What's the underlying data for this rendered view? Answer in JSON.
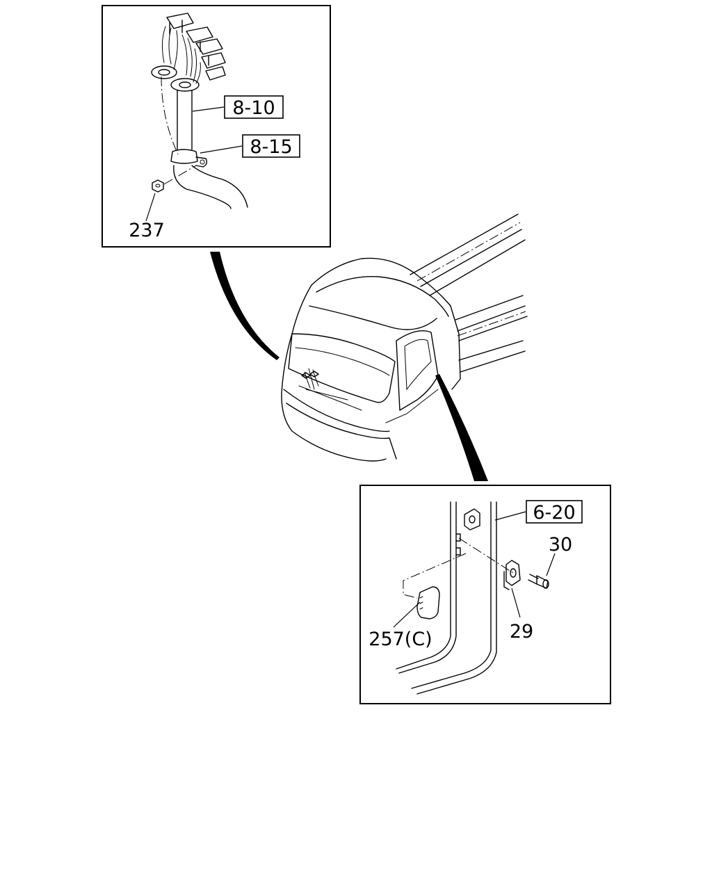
{
  "callouts": {
    "c_8_10": "8-10",
    "c_8_15": "8-15",
    "c_237": "237",
    "c_6_20": "6-20",
    "c_30": "30",
    "c_29": "29",
    "c_257c": "257(C)"
  }
}
